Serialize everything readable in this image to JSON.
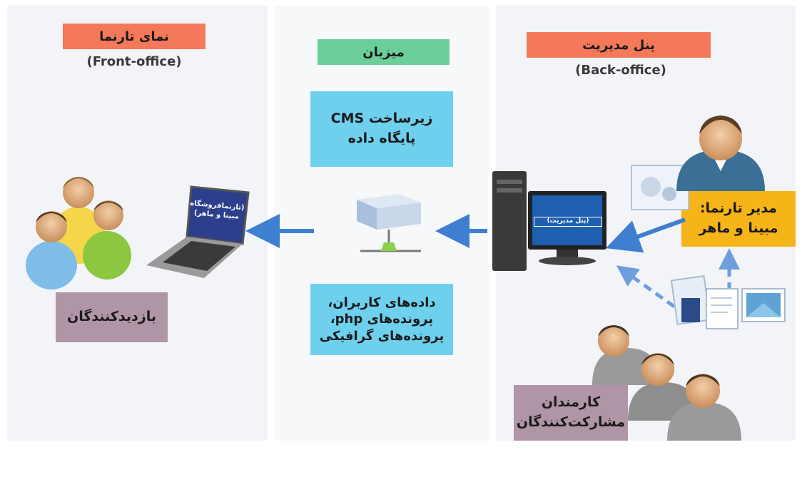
{
  "left": {
    "header": "نمای تارنما",
    "subheader": "(Front-office)",
    "laptop_screen": [
      "(تارنمافروشگاه",
      "مبینا و ماهر)"
    ],
    "visitors_label": "بازدیدکنندگان"
  },
  "middle": {
    "header": "میزبان",
    "cms_box": [
      "زیرساخت CMS",
      "پایگاه داده"
    ],
    "data_box": [
      "داده‌های کاربران،",
      "پرونده‌های php،",
      "پرونده‌های گرافیکی"
    ]
  },
  "right": {
    "header": "پنل مدیریت",
    "subheader": "(Back-office)",
    "monitor_screen": "(پنل مدیریت)",
    "admin_box": [
      "مدیر تارنما:",
      "مبینا و ماهر"
    ],
    "staff_box": [
      "کارمندان",
      "مشارکت‌کنندگان"
    ]
  },
  "colors": {
    "header_left": "#f4795a",
    "header_mid": "#6ccf9a",
    "header_right": "#f4795a",
    "cyan_box": "#6fd0ee",
    "purple_box": "#b095a6",
    "gold_box": "#f5b519",
    "arrow": "#3f7fd0"
  },
  "icons": [
    "visitors-group-icon",
    "laptop-icon",
    "server-icon",
    "desktop-computer-icon",
    "admin-person-icon",
    "staff-group-icon",
    "document-files-icon",
    "settings-window-icon",
    "photo-icon"
  ]
}
